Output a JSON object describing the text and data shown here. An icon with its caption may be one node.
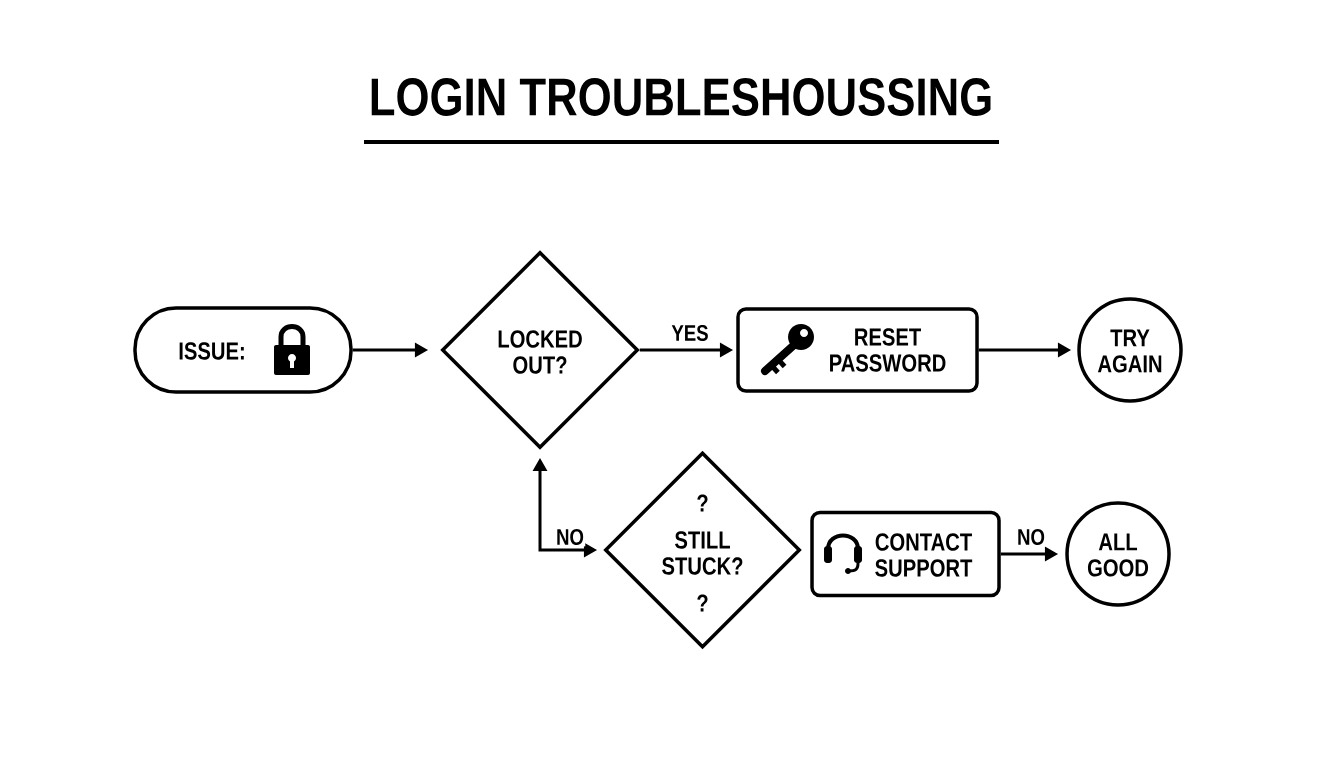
{
  "diagram": {
    "title": "LOGIN TROUBLESHOUSSING",
    "nodes": [
      {
        "text": [
          "ISSUE:"
        ]
      },
      {
        "text": [
          "LOCKED OUT?"
        ]
      },
      {
        "text": [
          "RESET PASSWORD"
        ]
      },
      {
        "text": [
          "TRY AGAIN"
        ]
      },
      {
        "text": [
          "?",
          "STILL STUCK?",
          "?"
        ]
      },
      {
        "text": [
          "CONTACT SUPPORT"
        ]
      },
      {
        "text": [
          "ALL GOOD"
        ]
      }
    ],
    "edges": [
      {
        "from": 0,
        "to": 1,
        "arrow": "to"
      },
      {
        "from": 1,
        "to": 2,
        "arrow": "to",
        "label": "YES"
      },
      {
        "from": 2,
        "to": 3,
        "arrow": "to"
      },
      {
        "from": 1,
        "to": 4,
        "arrow": "both",
        "label": "NO"
      },
      {
        "from": 5,
        "to": 6,
        "arrow": "to",
        "label": "NO"
      }
    ]
  }
}
